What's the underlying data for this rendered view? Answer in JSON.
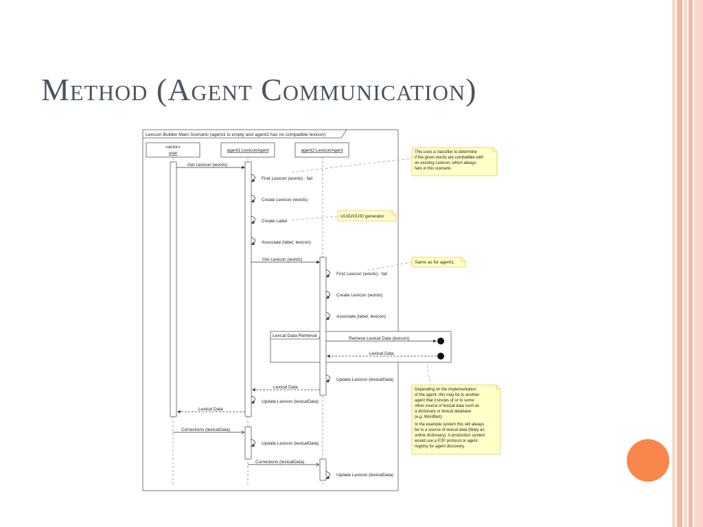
{
  "slide": {
    "title": "Method (Agent Communication)",
    "colors": {
      "stripe_light": "#f8d8cc",
      "stripe_mid": "#f3b7a3",
      "accent_dot": "#f9864a",
      "title": "#4a5461",
      "note_fill": "#ffffc8",
      "note_border": "#e6c84a"
    }
  },
  "diagram": {
    "frame_title": "Lexicon Builder Main Scenario (agent1 is empty and agent2 has no compatible lexicon)",
    "lifelines": {
      "user_stereotype": "«actor»",
      "user_name": "user",
      "agent1": "agent1:LexiconAgent",
      "agent2": "agent2:LexiconAgent"
    },
    "messages": {
      "m1": "Get Lexicon (words)",
      "m2": "Find Lexicon (words) : fail",
      "m3": "Create Lexicon (words)",
      "m4": "Create Label",
      "m5": "Associate (label, lexicon)",
      "m6": "Get Lexicon (words)",
      "m7": "Find Lexicon (words) : fail",
      "m8": "Create Lexicon (words)",
      "m9": "Associate (label, lexicon)",
      "m10": "Retrieve Lexical Data (lexicon)",
      "m11": "Lexical Data",
      "m12": "Update Lexicon (lexicalData)",
      "m13": "Lexical Data",
      "m14": "Update Lexicon (lexicalData)",
      "m15": "Lexical Data",
      "m16": "Corrections (lexicalData)",
      "m17": "Update Lexicon (lexicalData)",
      "m18": "Corrections (lexicalData)",
      "m19": "Update Lexicon (lexicalData)"
    },
    "fragment_label": "Lexcal Data Retrieval",
    "notes": {
      "classifier": [
        "This uses a classifier to determine",
        "if the given words are combatible with",
        "an existing Lexicon, which always",
        "fails in this scenario."
      ],
      "uuid": "UUID/GUID generator",
      "same": "Same as for agent1.",
      "depending": [
        "Depending on the implementation",
        "of the agent, this may be to another",
        "agent that it knows of or to some",
        "other source of lexical data such as",
        "a dictionary or lexical database",
        "(e.g. WordNet).",
        "In the example system this will always",
        "be to a source of lexical data (likely an",
        "online dictionary). A production system",
        "would use a P2P protocol or agent",
        "registry for agent discovery."
      ]
    }
  }
}
